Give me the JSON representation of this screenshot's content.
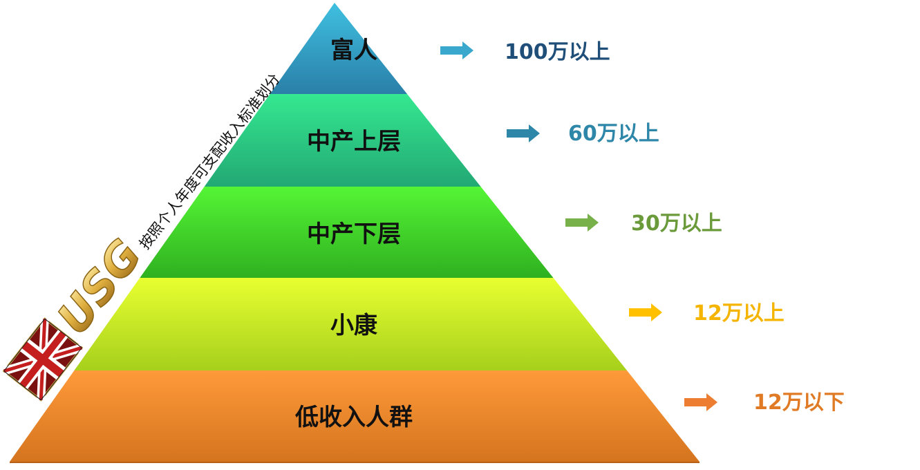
{
  "pyramid": {
    "caption": "按照个人年度可支配收入标准划分",
    "logo_text": "USG",
    "logo_flag": "uk-flag",
    "tiers": [
      {
        "label": "富人",
        "income": "100万以上",
        "arrow_color": "#3aa8cc",
        "income_color": "#1f4e79",
        "fill_top": "#3fc0e0",
        "fill_bottom": "#2a7fa8"
      },
      {
        "label": "中产上层",
        "income": "60万以上",
        "arrow_color": "#2e86a8",
        "income_color": "#2e86a8",
        "fill_top": "#35e890",
        "fill_bottom": "#22a874"
      },
      {
        "label": "中产下层",
        "income": "30万以上",
        "arrow_color": "#78b04a",
        "income_color": "#6a9a3a",
        "fill_top": "#55f535",
        "fill_bottom": "#2fb020"
      },
      {
        "label": "小康",
        "income": "12万以上",
        "arrow_color": "#ffc000",
        "income_color": "#f4b400",
        "fill_top": "#e8ff30",
        "fill_bottom": "#a6d01c"
      },
      {
        "label": "低收入人群",
        "income": "12万以下",
        "arrow_color": "#ed7d31",
        "income_color": "#e07a24",
        "fill_top": "#ff9a3a",
        "fill_bottom": "#d4741e"
      }
    ]
  }
}
